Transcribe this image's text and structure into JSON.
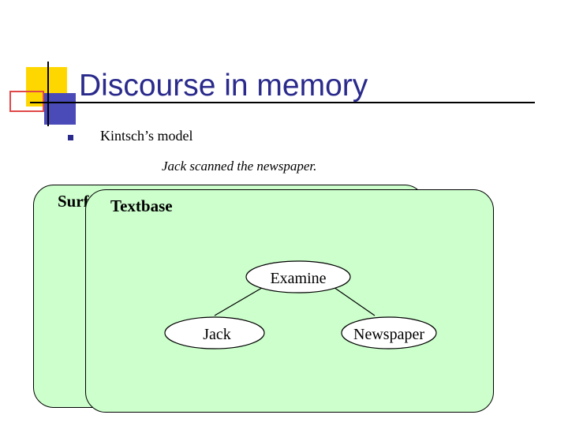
{
  "slide": {
    "title": "Discourse in memory",
    "bullet": "Kintsch’s model",
    "sentence": "Jack scanned the newspaper."
  },
  "boxes": {
    "surface_label": "Surf",
    "textbase_label": "Textbase"
  },
  "tree": {
    "root": "Examine",
    "left_child": "Jack",
    "right_child": "Newspaper"
  },
  "colors": {
    "title": "#2a2a8c",
    "box_fill": "#ccffcc",
    "logo_yellow": "#ffd700",
    "logo_red": "#e04848",
    "logo_blue": "#4a4ab8"
  }
}
